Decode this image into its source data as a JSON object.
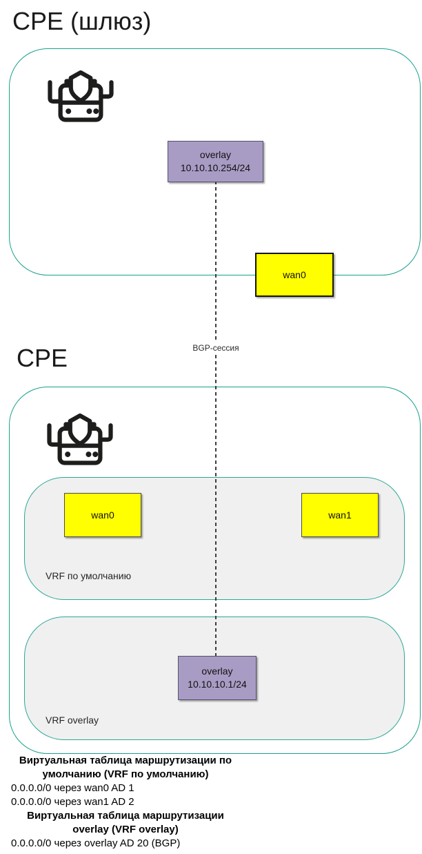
{
  "gateway": {
    "title": "CPE (шлюз)",
    "icon": "router-shield-icon",
    "overlay_interface": {
      "name": "overlay",
      "ip": "10.10.10.254/24"
    },
    "wan0_label": "wan0"
  },
  "bgp_link": {
    "label": "BGP-сессия"
  },
  "cpe": {
    "title": "CPE",
    "icon": "router-shield-icon",
    "vrf_default": {
      "label": "VRF по умолчанию",
      "wan0_label": "wan0",
      "wan1_label": "wan1"
    },
    "vrf_overlay": {
      "label": "VRF overlay",
      "overlay_interface": {
        "name": "overlay",
        "ip": "10.10.10.1/24"
      }
    }
  },
  "routing_tables": {
    "default": {
      "title_line1": "Виртуальная таблица маршрутизации по",
      "title_line2": "умолчанию (VRF по умолчанию)",
      "route1": "0.0.0.0/0 через wan0 AD 1",
      "route2": "0.0.0.0/0 через wan1 AD 2"
    },
    "overlay": {
      "title_line1": "Виртуальная таблица маршрутизации",
      "title_line2": "overlay (VRF overlay)",
      "route1": "0.0.0.0/0 через overlay AD 20 (BGP)"
    }
  },
  "colors": {
    "teal_border": "#17a08c",
    "overlay_interface_fill": "#a89cc4",
    "wan_interface_fill": "#ffff00",
    "vrf_fill": "#f0f0f0",
    "text": "#1a1a1a"
  }
}
